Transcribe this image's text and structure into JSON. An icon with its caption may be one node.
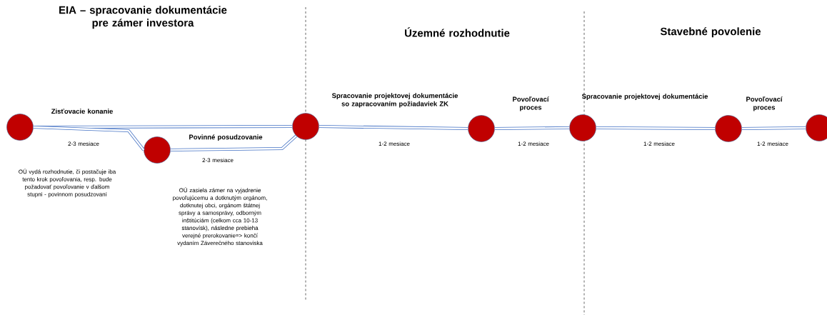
{
  "diagram": {
    "nodes": [
      {
        "text": [],
        "shape": "circle"
      },
      {
        "text": [],
        "shape": "circle"
      },
      {
        "text": [],
        "shape": "circle"
      },
      {
        "text": [],
        "shape": "circle"
      },
      {
        "text": [],
        "shape": "circle"
      },
      {
        "text": [],
        "shape": "circle"
      },
      {
        "text": [],
        "shape": "circle"
      }
    ],
    "edges": [
      {
        "from": 0,
        "to": 2,
        "arrow": "none"
      },
      {
        "from": 0,
        "to": 1,
        "arrow": "none"
      },
      {
        "from": 1,
        "to": 2,
        "arrow": "none"
      },
      {
        "from": 2,
        "to": 3,
        "arrow": "none"
      },
      {
        "from": 3,
        "to": 4,
        "arrow": "none"
      },
      {
        "from": 4,
        "to": 5,
        "arrow": "none"
      },
      {
        "from": 5,
        "to": 6,
        "arrow": "none"
      }
    ],
    "labels": [
      "EIA – spracovanie dokumentácie pre zámer investora",
      "Územné rozhodnutie",
      "Stavebné povolenie",
      "Spracovanie projektovej dokumentácie so zapracovaním požiadaviek ZK",
      "Povoľovací proces",
      "Spracovanie projektovej dokumentácie",
      "Povoľovací proces",
      "Zisťovacie konanie",
      "2-3 mesiace",
      "Povinné posudzovanie",
      "1-2 mesiace",
      "1-2 mesiace",
      "1-2 mesiace",
      "1-2 mesiace",
      "2-3 mesiace",
      "OÚ vydá rozhodnutie, či postačuje iba tento krok povoľovania, resp. bude požadovať povoľovanie v ďalšom stupni - povinnom posudzovaní",
      "OÚ zasiela zámer na vyjadrenie povoľujúcemu a dotknutým orgánom, dotknutej obci, orgánom štátnej správy a samosprávy, odborným inštitúciám (celkom cca 10-13 stanovísk), následne prebieha verejné prerokovanie=> končí vydaním Záverečného stanoviska"
    ]
  }
}
